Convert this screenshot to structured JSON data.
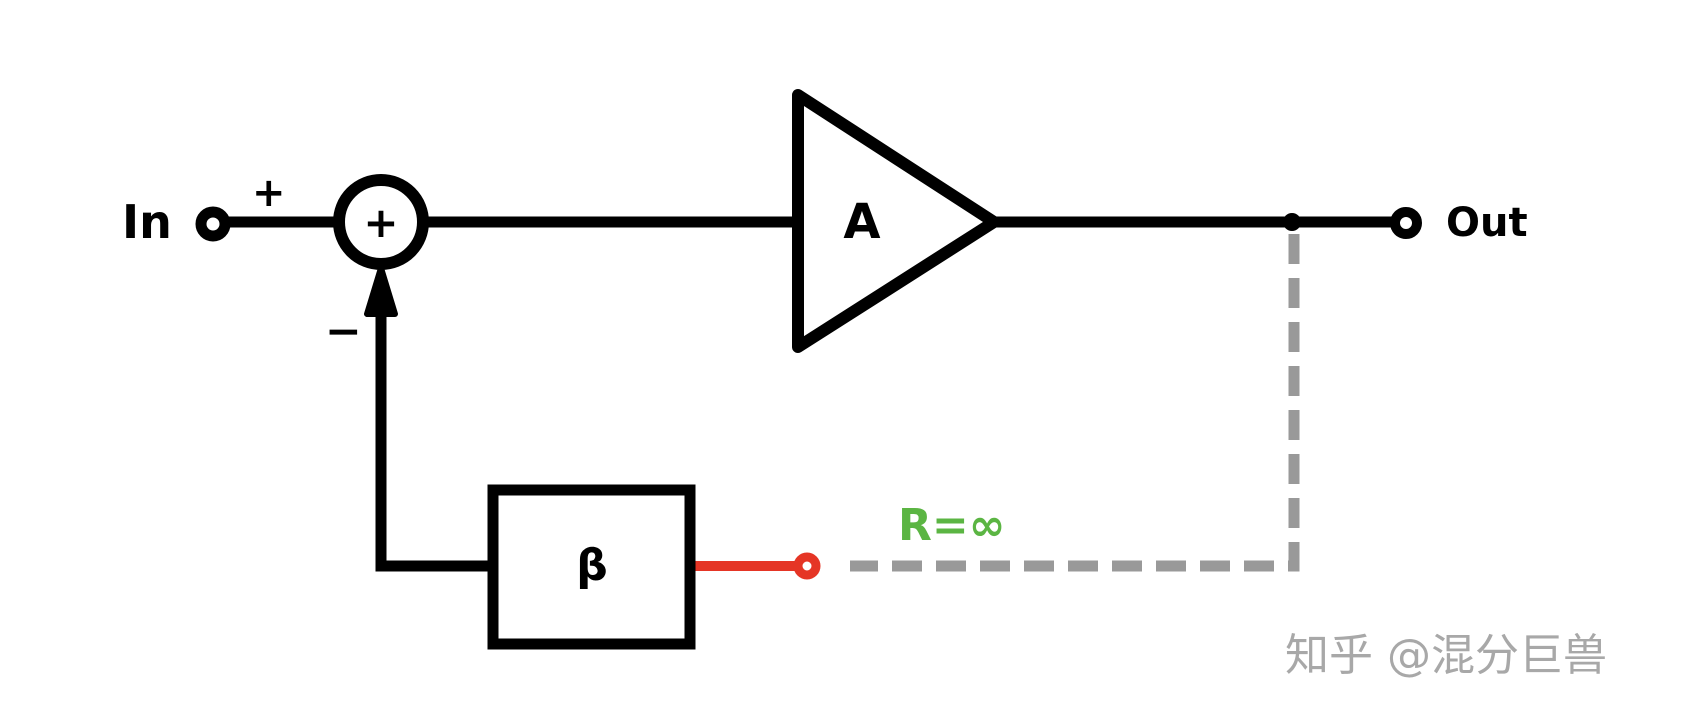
{
  "labels": {
    "input": "In",
    "output": "Out",
    "plus_sign": "+",
    "minus_sign": "−",
    "sum_symbol": "+",
    "amplifier": "A",
    "feedback": "β",
    "resistance": "R=∞"
  },
  "watermark": "知乎 @混分巨兽",
  "colors": {
    "wire": "#000000",
    "open_link": "#999999",
    "red_wire": "#e53525",
    "resistance_label": "#5bb543"
  }
}
